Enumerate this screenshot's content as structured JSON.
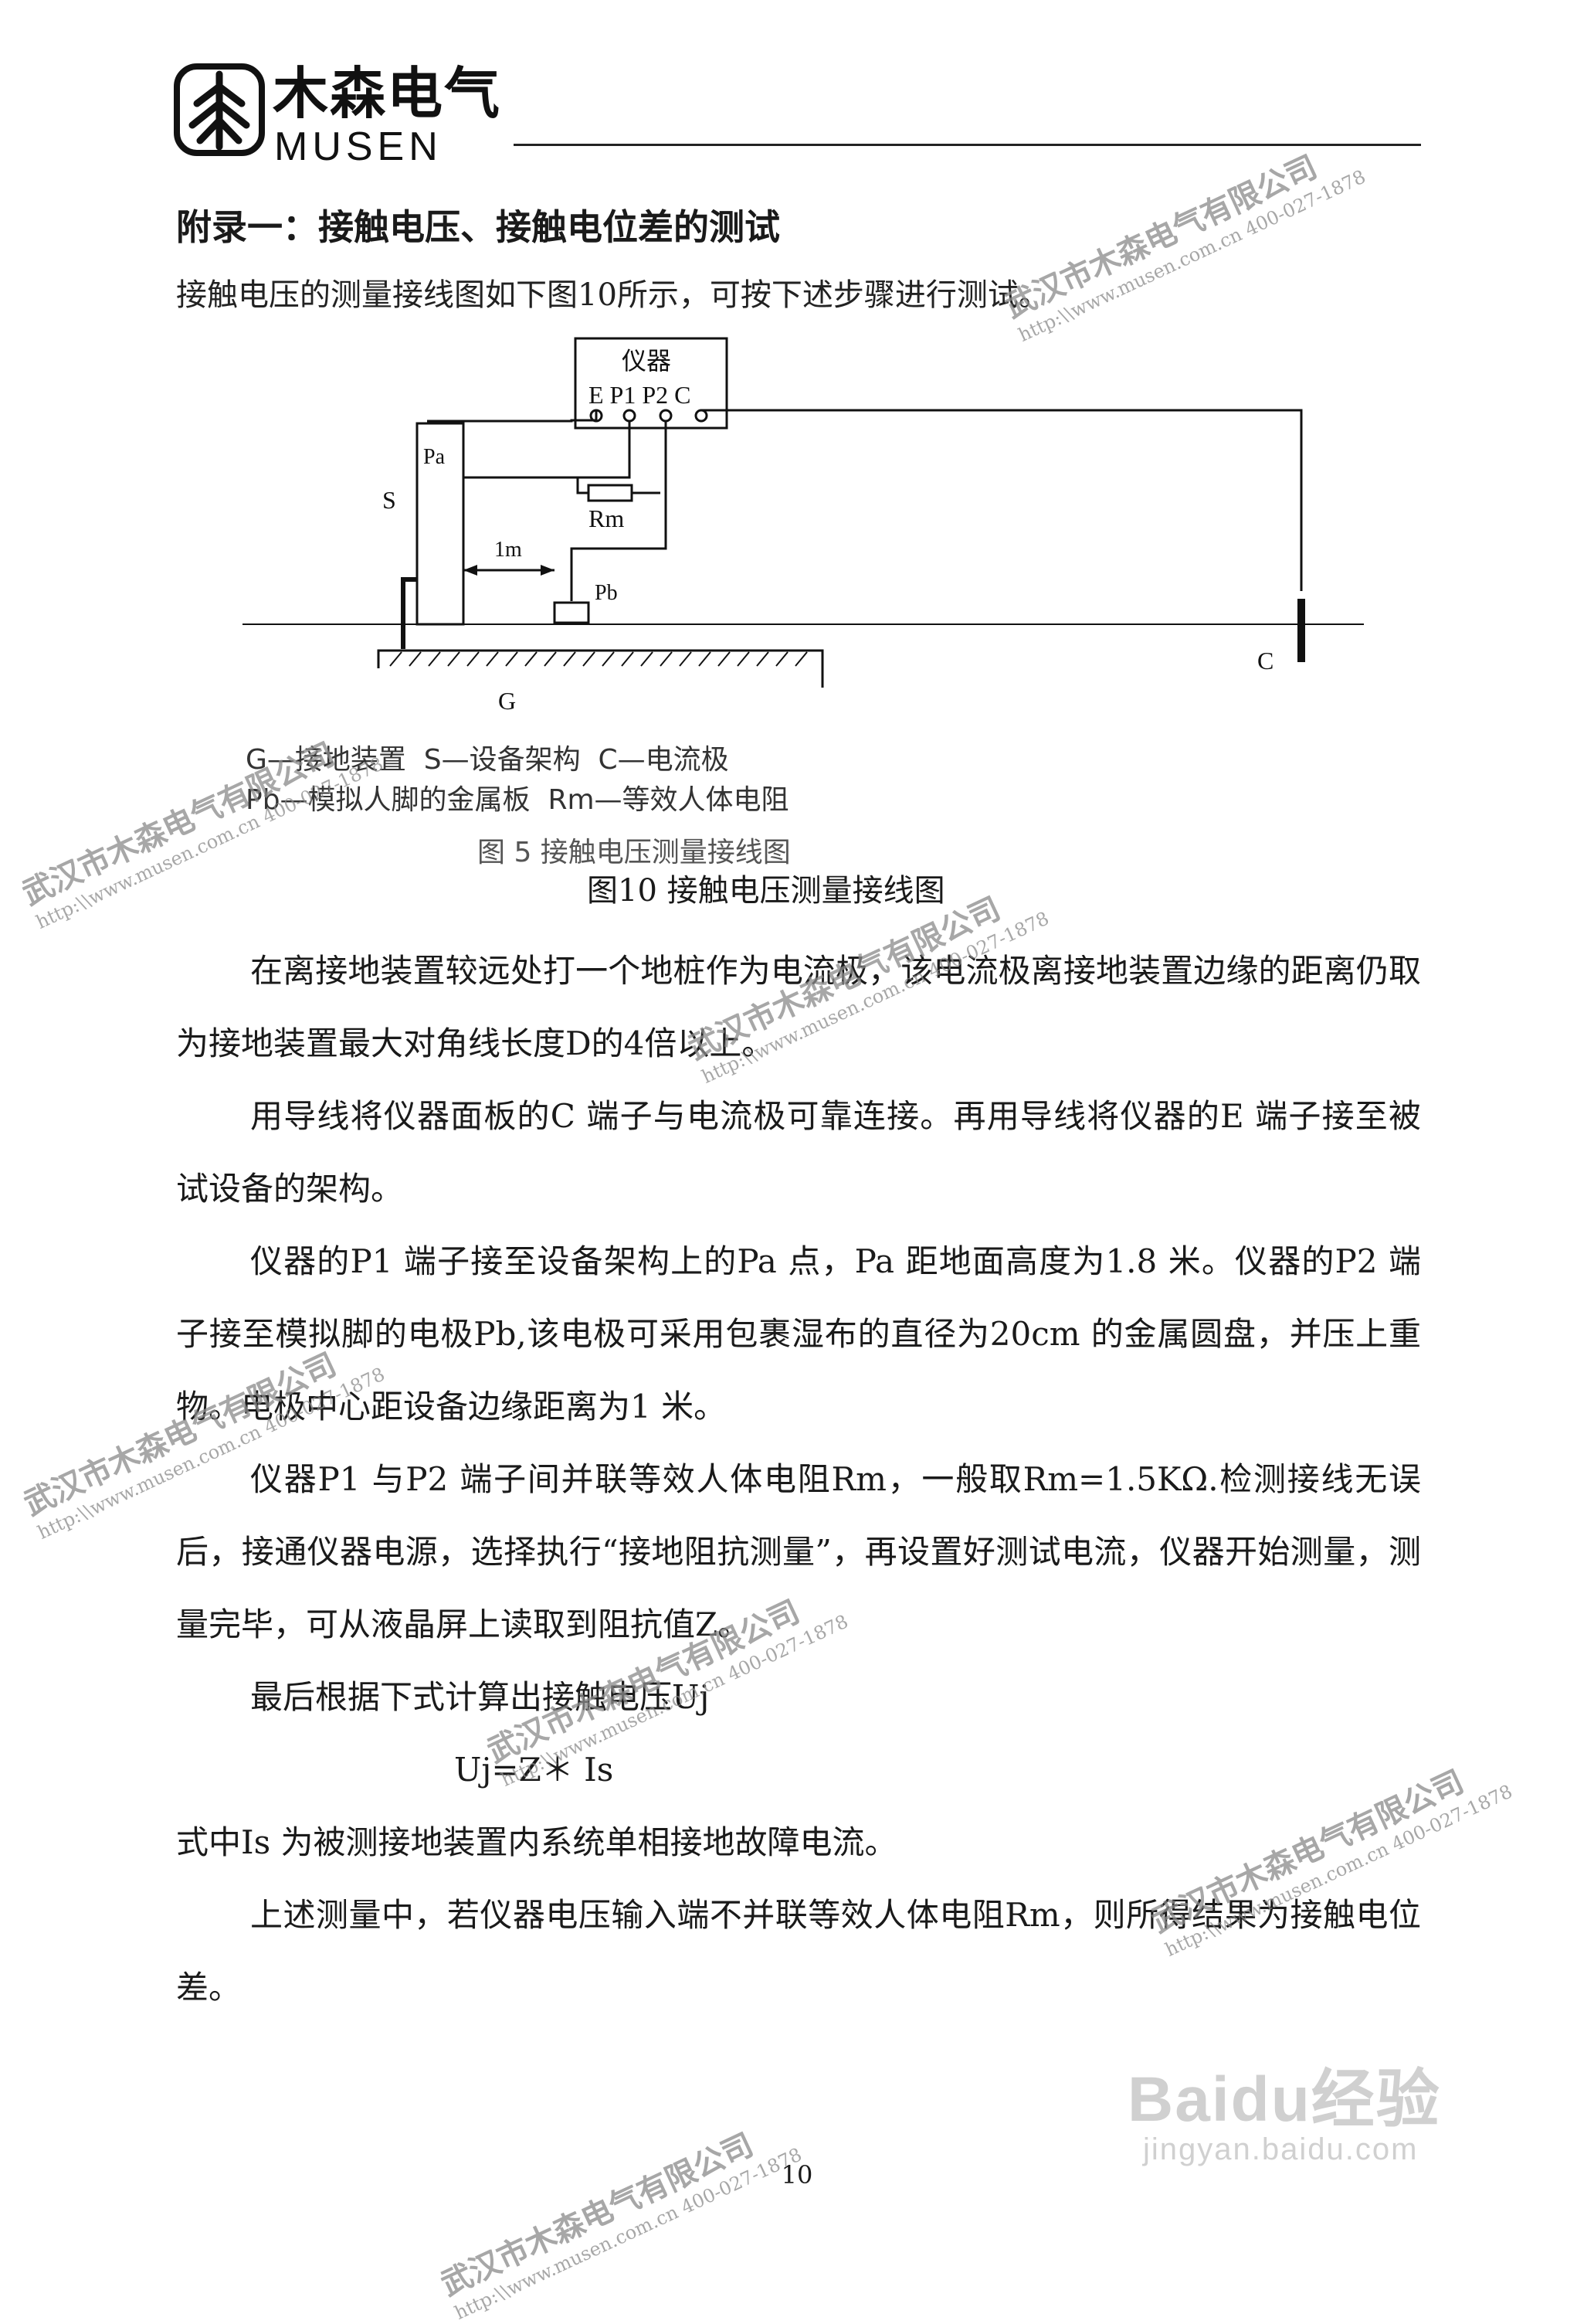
{
  "header": {
    "logo_cn": "木森电气",
    "logo_en": "MUSEN"
  },
  "title": "附录一：接触电压、接触电位差的测试",
  "intro_cut": "接触电压的测量接线图如下图10所示，可按下述步骤进行测试。",
  "diagram": {
    "instrument_label": "仪器",
    "terminals": "E P1 P2 C",
    "s_label": "S",
    "pa_label": "Pa",
    "rm_label": "Rm",
    "distance_label": "1m",
    "pb_label": "Pb",
    "g_label": "G",
    "c_label": "C"
  },
  "legend": {
    "line1": "G—接地装置  S—设备架构  C—电流极",
    "line2": "Pb—模拟人脚的金属板  Rm—等效人体电阻"
  },
  "figure_original_caption": "图 5  接触电压测量接线图",
  "figure_caption": "图10 接触电压测量接线图",
  "paragraphs": [
    "在离接地装置较远处打一个地桩作为电流极，该电流极离接地装置边缘的距离仍取为接地装置最大对角线长度D的4倍以上。",
    "用导线将仪器面板的C 端子与电流极可靠连接。再用导线将仪器的E 端子接至被试设备的架构。",
    "仪器的P1 端子接至设备架构上的Pa 点，Pa 距地面高度为1.8 米。仪器的P2 端子接至模拟脚的电极Pb,该电极可采用包裹湿布的直径为20cm 的金属圆盘，并压上重物。电极中心距设备边缘距离为1 米。",
    "仪器P1 与P2 端子间并联等效人体电阻Rm，一般取Rm=1.5KΩ.检测接线无误后，接通仪器电源，选择执行“接地阻抗测量”，再设置好测试电流，仪器开始测量，测量完毕，可从液晶屏上读取到阻抗值Z。",
    "最后根据下式计算出接触电压Uj"
  ],
  "formula": "Uj=Z＊ Is",
  "after_formula": "式中Is 为被测接地装置内系统单相接地故障电流。",
  "last_paragraph": "上述测量中，若仪器电压输入端不并联等效人体电阻Rm，则所得结果为接触电位差。",
  "page_number": "10",
  "watermark": {
    "company": "武汉市木森电气有限公司",
    "line": "http:\\\\www.musen.com.cn 400-027-1878"
  },
  "baidu": {
    "brand": "Baidu经验",
    "url": "jingyan.baidu.com"
  }
}
